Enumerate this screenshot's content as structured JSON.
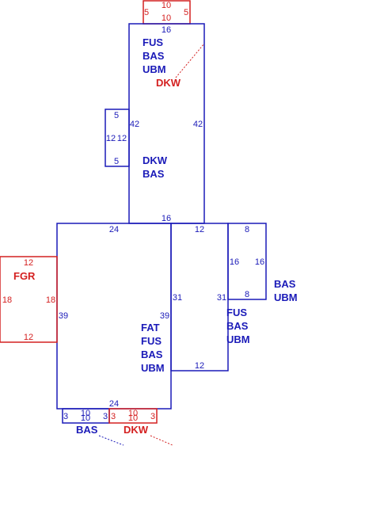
{
  "colors": {
    "blue": "#1a1ab8",
    "red": "#d42020"
  },
  "sections": {
    "top_addition": {
      "dims": {
        "top": "10",
        "bottom": "10",
        "left": "5",
        "right": "5"
      }
    },
    "upper": {
      "dims": {
        "top": "16",
        "left": "42",
        "right": "42",
        "bottom": "16"
      },
      "labels_a": [
        "FUS",
        "BAS",
        "UBM"
      ],
      "label_a_red": "DKW",
      "labels_b": [
        "DKW",
        "BAS"
      ]
    },
    "bay": {
      "dims": {
        "top": "5",
        "bottom": "5",
        "left": "12",
        "right": "12"
      }
    },
    "main": {
      "dims": {
        "top": "24",
        "bottom": "24",
        "left": "39",
        "right": "39"
      },
      "labels": [
        "FAT",
        "FUS",
        "BAS",
        "UBM"
      ]
    },
    "fgr": {
      "dims": {
        "top": "12",
        "bottom": "12",
        "left": "18",
        "right": "18"
      },
      "label": "FGR"
    },
    "middle": {
      "dims": {
        "top": "12",
        "bottom": "12",
        "left": "31",
        "right": "31"
      },
      "labels": [
        "FUS",
        "BAS",
        "UBM"
      ]
    },
    "small_right": {
      "dims": {
        "top": "8",
        "bottom": "8",
        "left": "16",
        "right": "16"
      },
      "labels": [
        "BAS",
        "UBM"
      ]
    },
    "bottom_bas": {
      "dims": {
        "top": "10",
        "bottom": "10",
        "left": "3",
        "right": "3"
      },
      "label": "BAS"
    },
    "bottom_dkw": {
      "dims": {
        "top": "10",
        "bottom": "10",
        "left": "3",
        "right": "3"
      },
      "label": "DKW"
    }
  }
}
